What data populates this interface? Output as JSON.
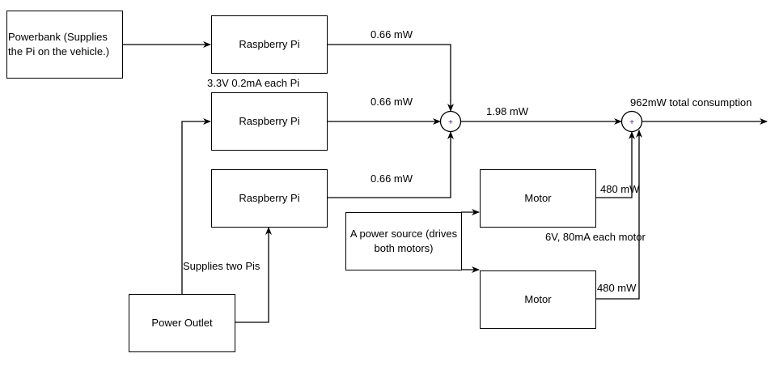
{
  "diagram": {
    "type": "block-diagram",
    "blocks": {
      "powerbank": "Powerbank (Supplies the Pi on the vehicle.)",
      "pi_1": "Raspberry Pi",
      "pi_2": "Raspberry Pi",
      "pi_3": "Raspberry Pi",
      "power_outlet": "Power Outlet",
      "power_source": "A power source (drives both motors)",
      "motor_1": "Motor",
      "motor_2": "Motor"
    },
    "summing_junctions": {
      "sum_1": "+",
      "sum_2": "+"
    },
    "labels": {
      "pi_spec": "3.3V 0.2mA each Pi",
      "pi_1_power": "0.66 mW",
      "pi_2_power": "0.66 mW",
      "pi_3_power": "0.66 mW",
      "pis_total": "1.98 mW",
      "total": "962mW total consumption",
      "motor_1_power": "480 mW",
      "motor_2_power": "480 mW",
      "motor_spec": "6V, 80mA each motor",
      "outlet_note": "Supplies two Pis"
    },
    "colors": {
      "stroke": "#000000",
      "background": "#ffffff"
    }
  }
}
